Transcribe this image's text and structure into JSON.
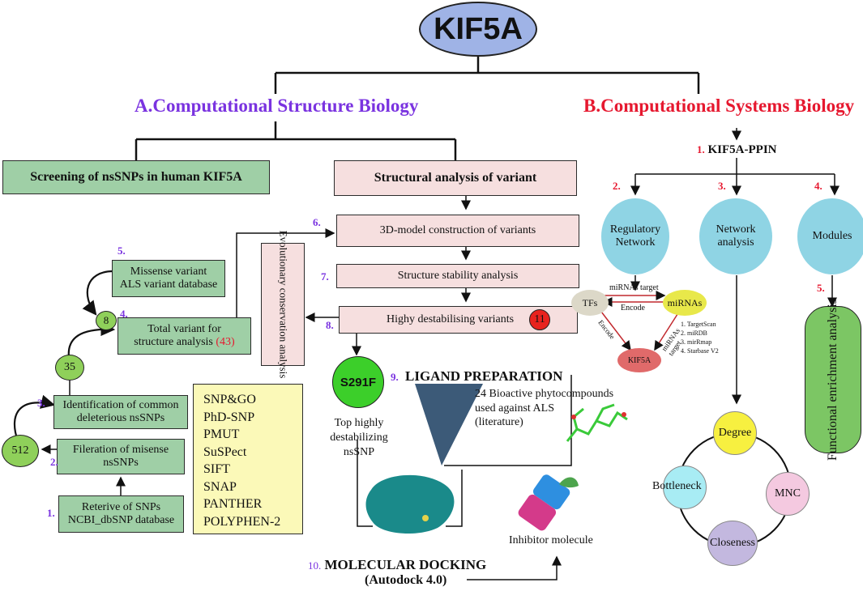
{
  "title": "KIF5A",
  "section_a": {
    "number": "A.",
    "label": "Computational Structure Biology"
  },
  "section_b": {
    "number": "B.",
    "label": "Computational Systems Biology"
  },
  "left": {
    "screening_box": "Screening of nsSNPs in human KIF5A",
    "structural_box": "Structural analysis of variant",
    "retrieve": {
      "step": "1.",
      "line1": "Reterive of SNPs",
      "line2": "NCBI_dbSNP database"
    },
    "filter": {
      "step": "2.",
      "line1": "Fileration of  misense",
      "line2": "nsSNPs"
    },
    "identify": {
      "step": "3.",
      "line1": "Identification of common",
      "line2": "deleterious nsSNPs"
    },
    "total": {
      "step": "4.",
      "line1": "Total variant for",
      "line2": "structure analysis",
      "count": "(43)"
    },
    "missense": {
      "step": "5.",
      "line1": "Missense variant",
      "line2": "ALS variant database"
    },
    "model": {
      "step": "6.",
      "label": "3D-model construction of variants"
    },
    "stability": {
      "step": "7.",
      "label": "Structure stability analysis"
    },
    "destab": {
      "step": "8.",
      "label": "Highy destabilising variants",
      "count": "11"
    },
    "evolution": "Evolutionary conservation analysis",
    "counts": {
      "c512": "512",
      "c35": "35",
      "c8": "8"
    },
    "tools": [
      "SNP&GO",
      "PhD-SNP",
      "PMUT",
      "SuSPect",
      "SIFT",
      "SNAP",
      "PANTHER",
      "POLYPHEN-2"
    ],
    "s291f": {
      "label": "S291F",
      "caption1": "Top highly destabilizing",
      "caption2": "nsSNP"
    },
    "ligand": {
      "step": "9.",
      "label": "LIGAND PREPARATION",
      "desc1": "24 Bioactive phytocompounds",
      "desc2": "used against ALS",
      "desc3": "(literature)"
    },
    "docking": {
      "step": "10.",
      "label": "MOLECULAR DOCKING",
      "sub": "(Autodock 4.0)"
    },
    "inhibitor": "Inhibitor molecule"
  },
  "right": {
    "ppin": {
      "step": "1.",
      "label": "KIF5A-PPIN"
    },
    "regulatory": {
      "step": "2.",
      "line1": "Regulatory",
      "line2": "Network"
    },
    "network": {
      "step": "3.",
      "line1": "Network",
      "line2": "analysis"
    },
    "modules": {
      "step": "4.",
      "label": "Modules"
    },
    "enrichment": {
      "step": "5.",
      "label": "Functional enrichment analysis"
    },
    "reg_net": {
      "tfs": "TFs",
      "mirnas": "miRNAs",
      "kif5a": "KIF5A",
      "mirnas_target": "miRNAs target",
      "encode": "Encode",
      "encode2": "Encode",
      "mirnas_target2": "miRNAs target",
      "dbs": [
        "1. TargetScan",
        "2. miRDB",
        "3. mirRmap",
        "4. Starbase V2"
      ]
    },
    "hubs": {
      "degree": "Degree",
      "mnc": "MNC",
      "closeness": "Closeness",
      "bottleneck": "Bottleneck"
    }
  },
  "colors": {
    "purple": "#7a33e0",
    "red": "#e6182f",
    "green_box": "#9fcfa6",
    "pink_box": "#f6dfdf",
    "blue_circle": "#8fd4e4",
    "tool_box": "#fbf9b8",
    "title_ellipse": "#9fb3e6"
  }
}
